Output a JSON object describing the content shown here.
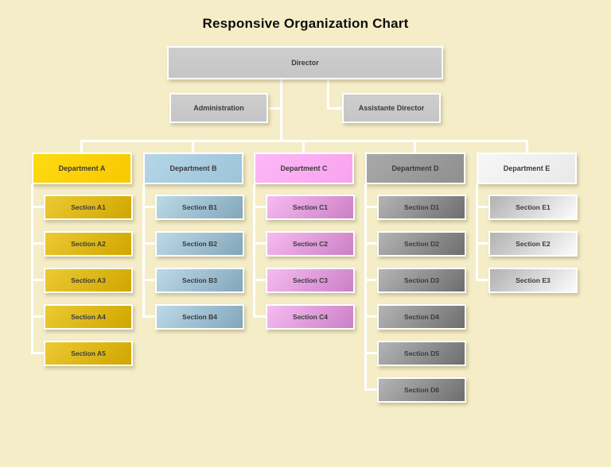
{
  "title": "Responsive Organization Chart",
  "colors": {
    "background": "#f4edc8",
    "connector": "#ffffff",
    "management_box": "#cacaca",
    "department_a": "#fcd000",
    "department_b": "#a9cfe2",
    "department_c": "#fbadf3",
    "department_d": "#9c9c9c",
    "department_e": "#f0f0f0"
  },
  "root": {
    "label": "Director"
  },
  "management": [
    {
      "label": "Administration"
    },
    {
      "label": "Assistante Director"
    }
  ],
  "departments": [
    {
      "label": "Department A",
      "sections": [
        {
          "label": "Section A1"
        },
        {
          "label": "Section A2"
        },
        {
          "label": "Section A3"
        },
        {
          "label": "Section A4"
        },
        {
          "label": "Section A5"
        }
      ]
    },
    {
      "label": "Department B",
      "sections": [
        {
          "label": "Section B1"
        },
        {
          "label": "Section B2"
        },
        {
          "label": "Section B3"
        },
        {
          "label": "Section B4"
        }
      ]
    },
    {
      "label": "Department C",
      "sections": [
        {
          "label": "Section C1"
        },
        {
          "label": "Section C2"
        },
        {
          "label": "Section C3"
        },
        {
          "label": "Section C4"
        }
      ]
    },
    {
      "label": "Department D",
      "sections": [
        {
          "label": "Section D1"
        },
        {
          "label": "Section D2"
        },
        {
          "label": "Section D3"
        },
        {
          "label": "Section D4"
        },
        {
          "label": "Section D5"
        },
        {
          "label": "Section D6"
        }
      ]
    },
    {
      "label": "Department E",
      "sections": [
        {
          "label": "Section E1"
        },
        {
          "label": "Section E2"
        },
        {
          "label": "Section E3"
        }
      ]
    }
  ]
}
